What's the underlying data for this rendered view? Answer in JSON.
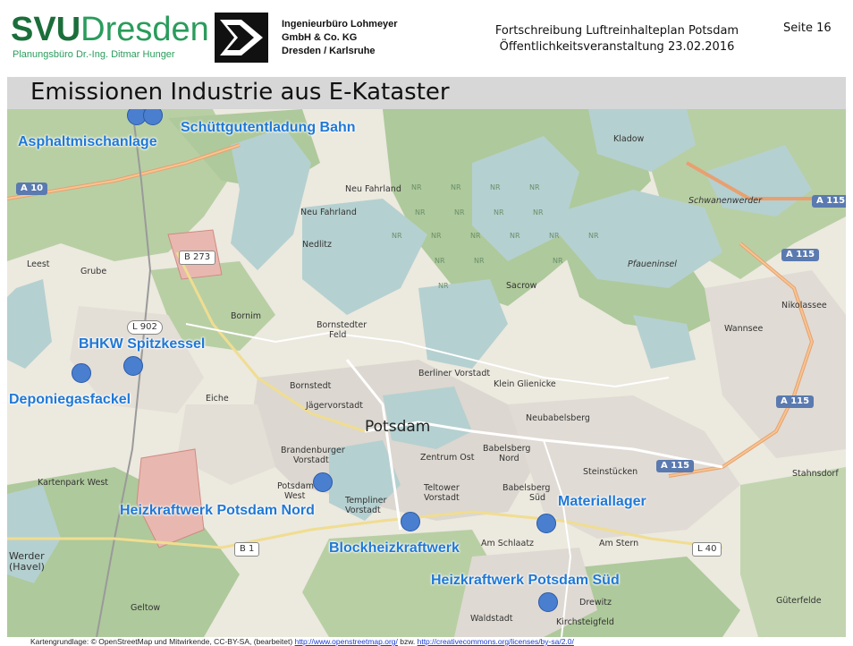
{
  "header": {
    "logo_svu": "SVU",
    "logo_dresden": "Dresden",
    "logo_sub": "Planungsbüro Dr.-Ing. Ditmar Hunger",
    "ib_line1": "Ingenieurbüro Lohmeyer",
    "ib_line2": "GmbH & Co. KG",
    "ib_line3": "Dresden / Karlsruhe",
    "center_line1": "Fortschreibung Luftreinhalteplan Potsdam",
    "center_line2": "Öffentlichkeitsveranstaltung 23.02.2016",
    "page": "Seite 16"
  },
  "title": "Emissionen Industrie aus E-Kataster",
  "map": {
    "places": {
      "kladow": "Kladow",
      "neu_fahrland_1": "Neu Fahrland",
      "neu_fahrland_2": "Neu Fahrland",
      "schwanenwerder": "Schwanenwerder",
      "nedlitz": "Nedlitz",
      "leest": "Leest",
      "grube": "Grube",
      "sacrow": "Sacrow",
      "pfaueninsel": "Pfaueninsel",
      "nikolassee": "Nikolassee",
      "bornim": "Bornim",
      "bornstedter_feld_1": "Bornstedter",
      "bornstedter_feld_2": "Feld",
      "wannsee": "Wannsee",
      "bornstedt": "Bornstedt",
      "berliner_vorstadt": "Berliner Vorstadt",
      "klein_glienicke": "Klein Glienicke",
      "eiche": "Eiche",
      "jaegervorstadt": "Jägervorstadt",
      "potsdam": "Potsdam",
      "neubabelsberg": "Neubabelsberg",
      "brandenburger_vorstadt_1": "Brandenburger",
      "brandenburger_vorstadt_2": "Vorstadt",
      "babelsberg_nord_1": "Babelsberg",
      "babelsberg_nord_2": "Nord",
      "zentrum_ost": "Zentrum Ost",
      "steinstuecken": "Steinstücken",
      "stahnsdorf": "Stahnsdorf",
      "kaltenpark_west": "Kartenpark West",
      "potsdam_west_1": "Potsdam",
      "potsdam_west_2": "West",
      "teltower_vorstadt_1": "Teltower",
      "teltower_vorstadt_2": "Vorstadt",
      "babelsberg_sued_1": "Babelsberg",
      "babelsberg_sued_2": "Süd",
      "templiner_vorstadt_1": "Templiner",
      "templiner_vorstadt_2": "Vorstadt",
      "werder_1": "Werder",
      "werder_2": "(Havel)",
      "am_schlaatz": "Am Schlaatz",
      "am_stern": "Am Stern",
      "drewitz": "Drewitz",
      "gueterfelde": "Güterfelde",
      "geltow": "Geltow",
      "waldstadt": "Waldstadt",
      "kirchsteigfeld": "Kirchsteigfeld",
      "nr": "NR"
    },
    "roads": {
      "a10": "A 10",
      "a115_1": "A 115",
      "a115_2": "A 115",
      "a115_3": "A 115",
      "a115_4": "A 115",
      "b273": "B 273",
      "l902": "L 902",
      "b1": "B 1",
      "l40": "L 40"
    },
    "emitters": {
      "asphaltmischanlage": "Asphaltmischanlage",
      "schuettgutentladung": "Schüttgutentladung Bahn",
      "bhkw_spitzkessel": "BHKW Spitzkessel",
      "deponiegasfackel": "Deponiegasfackel",
      "heizkraftwerk_nord": "Heizkraftwerk Potsdam Nord",
      "blockheizkraftwerk": "Blockheizkraftwerk",
      "materiallager": "Materiallager",
      "heizkraftwerk_sued": "Heizkraftwerk Potsdam Süd"
    }
  },
  "footer": {
    "text": "Kartengrundlage: © OpenStreetMap und Mitwirkende, CC-BY-SA, (bearbeitet)",
    "link1": "http://www.openstreetmap.org/",
    "mid": " bzw. ",
    "link2": "http://creativecommons.org/licenses/by-sa/2.0/"
  },
  "colors": {
    "marker": "#4a7fd0",
    "label": "#1f78d6",
    "water": "#b5d0d0",
    "forest": "#aec99b",
    "urban": "#dcd7d0",
    "title_bar": "#d7d7d7"
  }
}
